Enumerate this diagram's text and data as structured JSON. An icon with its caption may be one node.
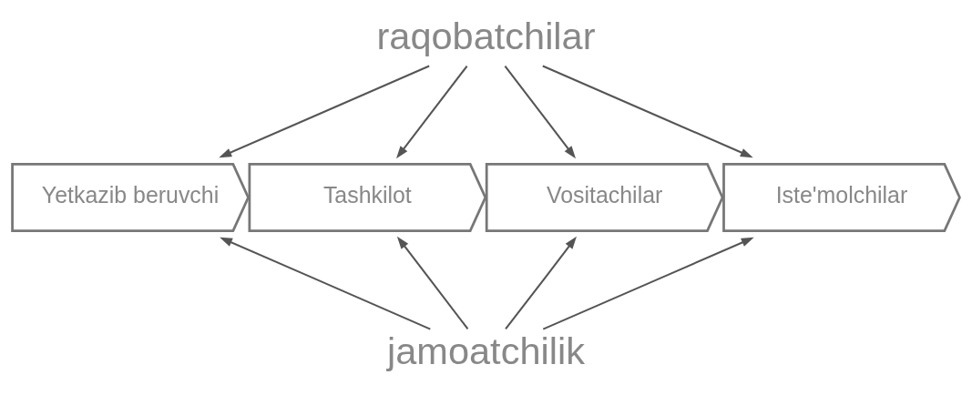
{
  "diagram": {
    "nodes": [
      {
        "text": [
          "raqobatchilar"
        ]
      },
      {
        "text": [
          "Yetkazib beruvchi"
        ]
      },
      {
        "text": [
          "Tashkilot"
        ]
      },
      {
        "text": [
          "Vositachilar"
        ]
      },
      {
        "text": [
          "Iste'molchilar"
        ]
      },
      {
        "text": [
          "jamoatchilik"
        ]
      }
    ],
    "edges": [
      {
        "from": 0,
        "to": 1,
        "arrow": "to"
      },
      {
        "from": 0,
        "to": 2,
        "arrow": "to"
      },
      {
        "from": 0,
        "to": 3,
        "arrow": "to"
      },
      {
        "from": 0,
        "to": 4,
        "arrow": "to"
      },
      {
        "from": 5,
        "to": 1,
        "arrow": "to"
      },
      {
        "from": 5,
        "to": 2,
        "arrow": "to"
      },
      {
        "from": 5,
        "to": 3,
        "arrow": "to"
      },
      {
        "from": 5,
        "to": 4,
        "arrow": "to"
      }
    ]
  }
}
